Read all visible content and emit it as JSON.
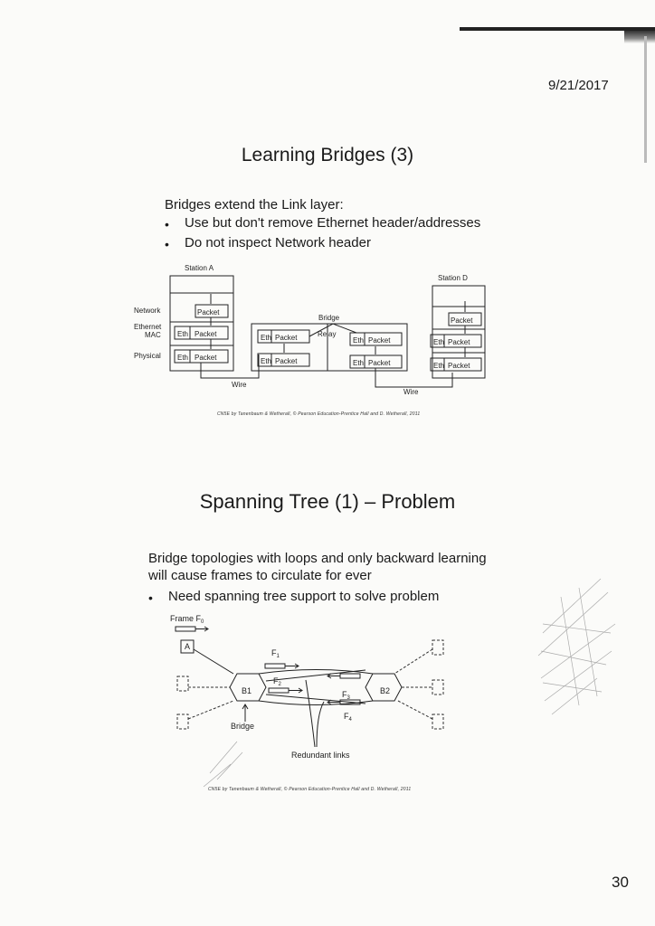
{
  "date": "9/21/2017",
  "page_number": "30",
  "slide1": {
    "title": "Learning Bridges (3)",
    "intro": "Bridges extend the Link layer:",
    "bullets": [
      "Use but don't remove Ethernet header/addresses",
      "Do not inspect Network header"
    ],
    "diagram": {
      "station_a": "Station A",
      "station_d": "Station D",
      "bridge": "Bridge",
      "relay": "Relay",
      "wire": "Wire",
      "layer_network": "Network",
      "layer_ethernet_line1": "Ethernet",
      "layer_ethernet_line2": "MAC",
      "layer_physical": "Physical",
      "eth": "Eth",
      "packet": "Packet"
    },
    "copyright": "CN5E by Tanenbaum & Wetherall, © Pearson Education-Prentice Hall and D. Wetherall, 2011"
  },
  "slide2": {
    "title": "Spanning Tree (1) – Problem",
    "intro_line1": "Bridge topologies with loops and only backward learning",
    "intro_line2": "will cause frames to circulate for ever",
    "bullets": [
      "Need spanning tree support to solve problem"
    ],
    "diagram": {
      "frame_label": "Frame F",
      "frame_sub": "0",
      "node_a": "A",
      "b1": "B1",
      "b2": "B2",
      "f1": "F",
      "f1_sub": "1",
      "f2": "F",
      "f2_sub": "2",
      "f3": "F",
      "f3_sub": "3",
      "f4": "F",
      "f4_sub": "4",
      "bridge": "Bridge",
      "redundant": "Redundant links"
    },
    "copyright": "CN5E by Tanenbaum & Wetherall, © Pearson Education-Prentice Hall and D. Wetherall, 2011"
  }
}
